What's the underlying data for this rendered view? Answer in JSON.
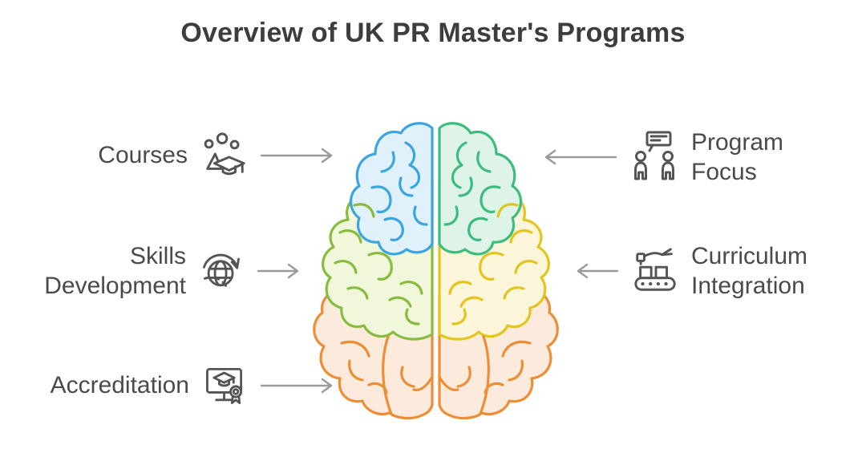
{
  "title": "Overview of UK PR Master's Programs",
  "left_items": [
    {
      "label": "Courses",
      "icon": "courses-graduation-scatter-icon"
    },
    {
      "label": "Skills Development",
      "icon": "globe-cycle-icon"
    },
    {
      "label": "Accreditation",
      "icon": "certified-screen-icon"
    }
  ],
  "right_items": [
    {
      "label": "Program Focus",
      "icon": "people-conversation-icon"
    },
    {
      "label": "Curriculum Integration",
      "icon": "assembly-line-icon"
    }
  ],
  "brain": {
    "left_lobes": [
      {
        "name": "frontal",
        "stroke": "#3ba5e0",
        "fill": "#e1f1fb"
      },
      {
        "name": "middle",
        "stroke": "#88bc3e",
        "fill": "#f0f7db"
      },
      {
        "name": "lower",
        "stroke": "#ed8e37",
        "fill": "#fcebdc"
      }
    ],
    "right_lobes": [
      {
        "name": "frontal",
        "stroke": "#3cbd7e",
        "fill": "#dff4e8"
      },
      {
        "name": "middle",
        "stroke": "#e3c51d",
        "fill": "#fbf6d9"
      },
      {
        "name": "lower",
        "stroke": "#ed8e37",
        "fill": "#fcebdc"
      }
    ]
  },
  "palette": {
    "background": "#ffffff",
    "title_text": "#3d3d3d",
    "label_text": "#4a4a4a",
    "icon_stroke": "#545454",
    "arrow": "#9b9b9b"
  }
}
